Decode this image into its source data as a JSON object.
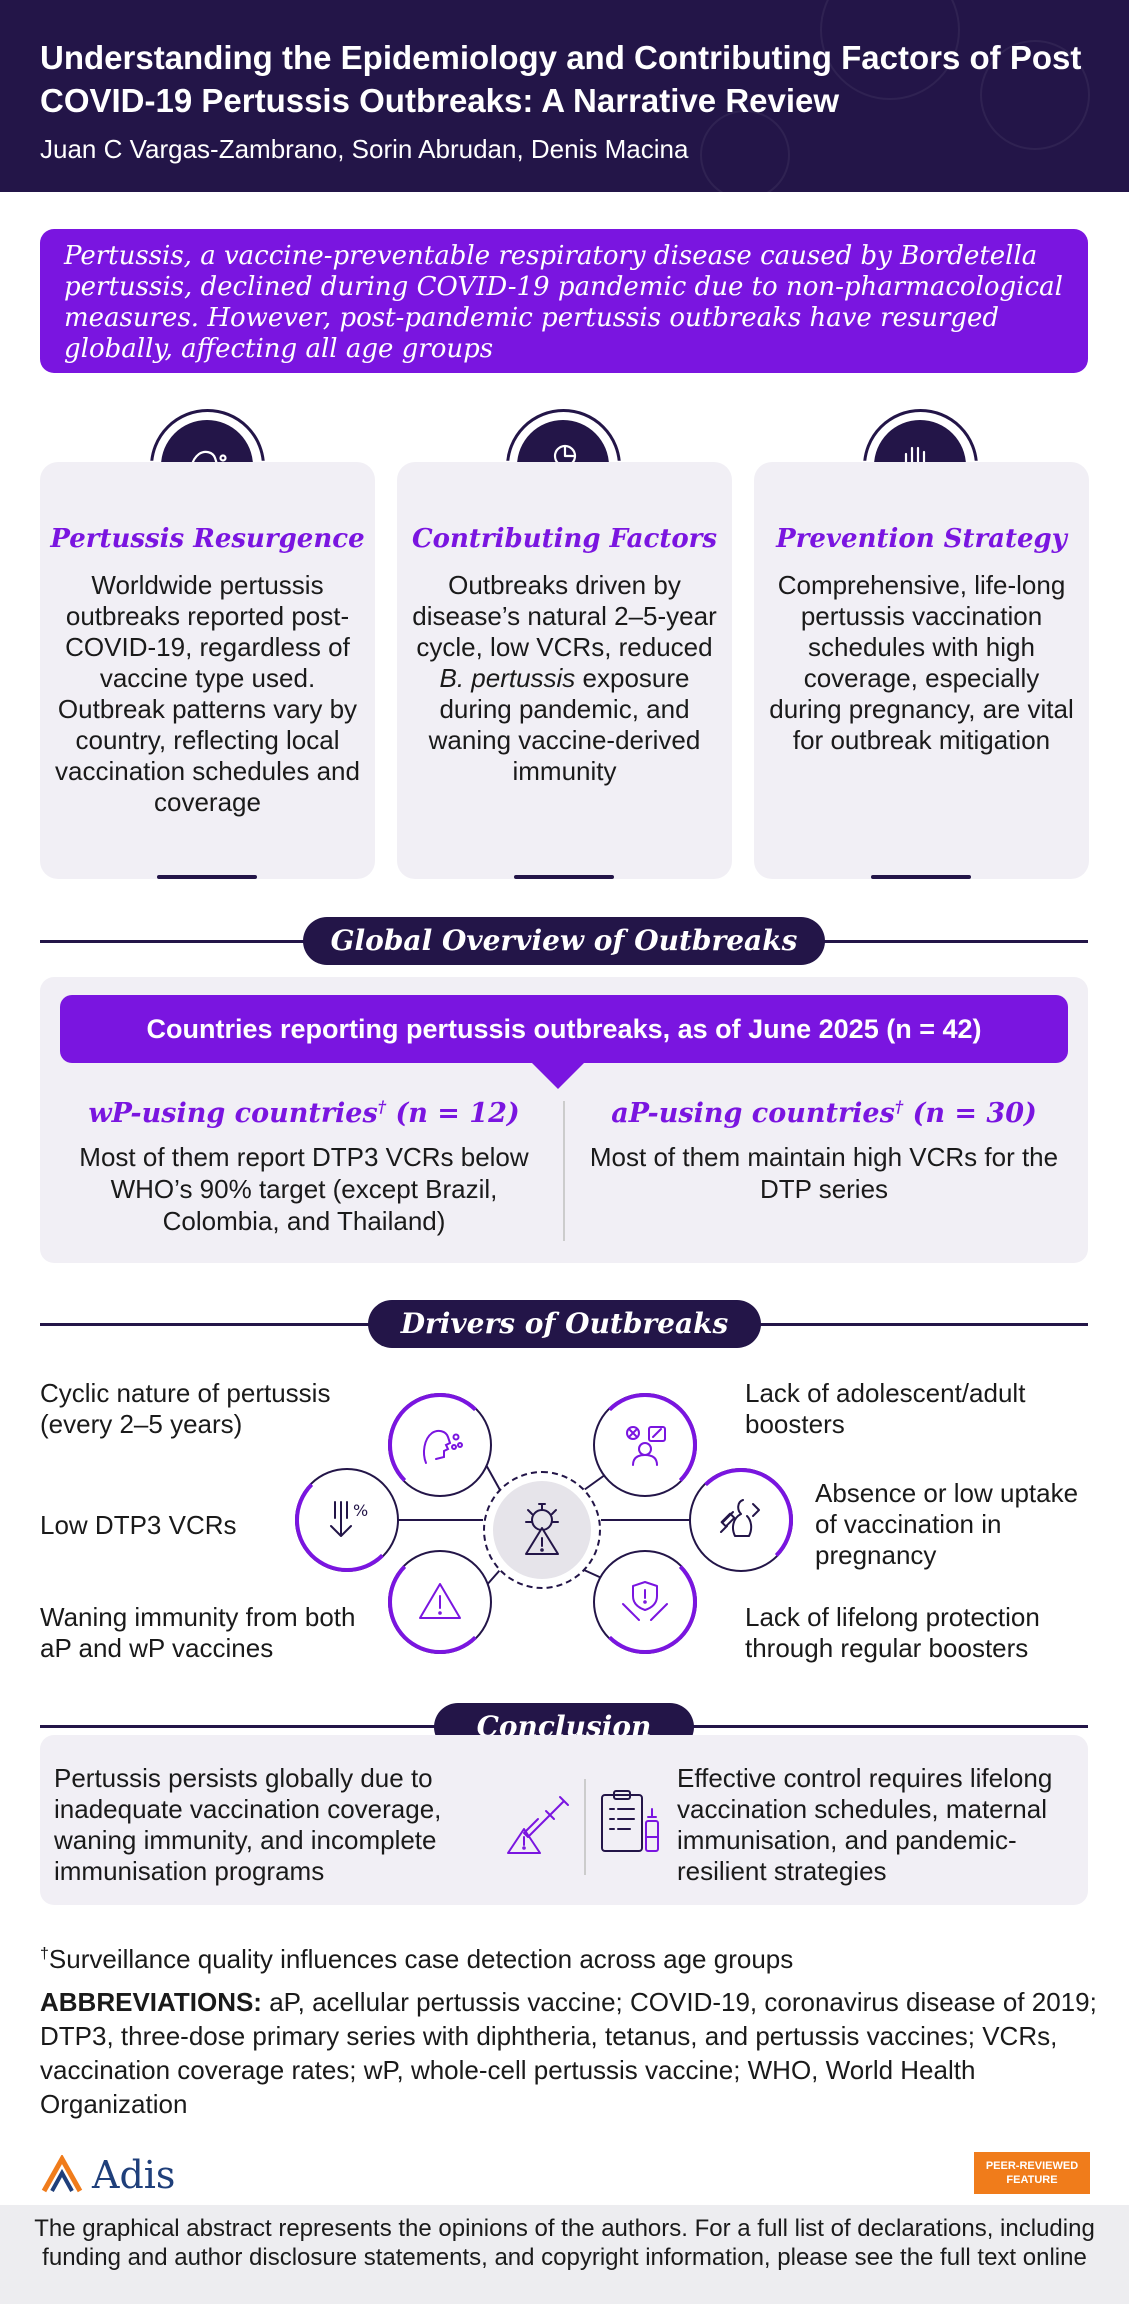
{
  "header": {
    "title": "Understanding the Epidemiology and Contributing Factors of Post COVID-19 Pertussis Outbreaks: A Narrative Review",
    "authors": "Juan C Vargas-Zambrano, Sorin Abrudan, Denis Macina"
  },
  "intro": "Pertussis, a vaccine-preventable respiratory disease caused by Bordetella pertussis, declined during COVID-19 pandemic due to non-pharmacological measures. However, post-pandemic pertussis outbreaks have resurged globally, affecting all age groups",
  "cards": [
    {
      "icon": "cough-icon",
      "title": "Pertussis Resurgence",
      "text": "Worldwide pertussis outbreaks reported post-COVID-19, regardless of vaccine type used. Outbreak patterns vary by country, reflecting local vaccination schedules and coverage"
    },
    {
      "icon": "hand-chart-icon",
      "title": "Contributing Factors",
      "text_parts": [
        "Outbreaks driven by disease’s natural 2–5-year cycle, low VCRs, reduced ",
        "B. pertussis",
        " exposure during pandemic, and waning vaccine-derived immunity"
      ]
    },
    {
      "icon": "stop-hand-warning-icon",
      "title": "Prevention Strategy",
      "text": "Comprehensive, life-long pertussis vaccination schedules with high coverage, especially during pregnancy, are vital for outbreak mitigation"
    }
  ],
  "overview": {
    "section_title": "Global Overview of Outbreaks",
    "banner": "Countries reporting pertussis outbreaks, as of June 2025 (n = 42)",
    "left_heading": "wP-using countries",
    "left_n": " (n = 12)",
    "left_text": "Most of them report DTP3 VCRs below WHO’s 90% target (except Brazil, Colombia, and Thailand)",
    "right_heading": "aP-using countries",
    "right_n": " (n = 30)",
    "right_text": "Most of them maintain high VCRs for the DTP series",
    "dagger": "†"
  },
  "drivers": {
    "section_title": "Drivers of Outbreaks",
    "items": [
      "Cyclic nature of pertussis (every 2–5 years)",
      "Low DTP3 VCRs",
      "Waning immunity from both aP and wP vaccines",
      "Lack of adolescent/adult boosters",
      "Absence or low uptake of vaccination in pregnancy",
      "Lack of lifelong protection through regular boosters"
    ]
  },
  "conclusion": {
    "section_title": "Conclusion",
    "left": "Pertussis persists globally due to inadequate vaccination coverage, waning immunity, and incomplete immunisation programs",
    "right": "Effective control requires lifelong vaccination schedules, maternal immunisation, and pandemic-resilient strategies"
  },
  "footnote": {
    "dagger": "†",
    "text": "Surveillance quality influences case detection across age groups"
  },
  "abbreviations": {
    "label": "ABBREVIATIONS:",
    "text": " aP, acellular pertussis vaccine; COVID-19, coronavirus disease of 2019; DTP3, three-dose primary series with diphtheria, tetanus, and pertussis vaccines; VCRs, vaccination coverage rates; wP, whole-cell pertussis vaccine; WHO, World Health Organization"
  },
  "logo": {
    "text": "Adis"
  },
  "peer_badge": {
    "line1": "PEER-REVIEWED",
    "line2": "FEATURE"
  },
  "disclaimer": "The graphical abstract represents the opinions of the authors. For a full list of declarations, including funding and author disclosure statements, and copyright information, please see the full text online",
  "colors": {
    "navy": "#231548",
    "purple": "#7a15e0",
    "panel": "#f1eff5",
    "orange": "#f07c1b"
  }
}
